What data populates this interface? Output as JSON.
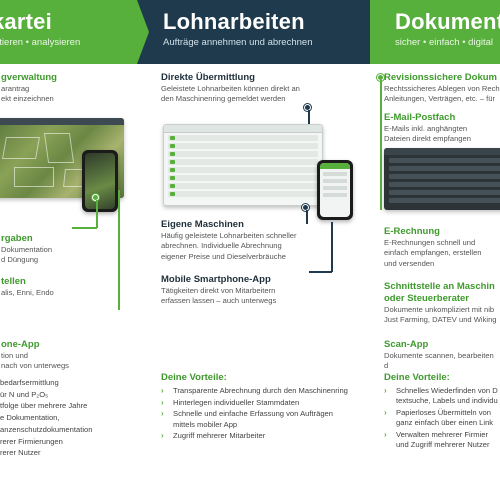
{
  "left": {
    "header": {
      "title": "kartei",
      "subtitle": "ntieren • analysieren"
    },
    "feature1": {
      "title": "gverwaltung",
      "lines": [
        "arantrag",
        "ekt einzeichnen"
      ]
    },
    "feature2": {
      "title": "rgaben",
      "lines": [
        "Dokumentation",
        "d Düngung"
      ]
    },
    "feature3": {
      "title": "tellen",
      "lines": [
        "alis, Enni, Endo"
      ]
    },
    "feature4": {
      "title": "one-App",
      "lines": [
        "tion und",
        "nach von unterwegs"
      ]
    },
    "vorteile": [
      "bedarfsermittlung",
      "ür N und P₂O₅",
      "tfolge über mehrere Jahre",
      "e Dokumentation,",
      "anzenschutzdokumentation",
      "rerer Firmierungen",
      "rerer Nutzer"
    ]
  },
  "middle": {
    "header": {
      "title": "Lohnarbeiten",
      "subtitle": "Aufträge annehmen und abrechnen"
    },
    "feature1": {
      "title": "Direkte Übermittlung",
      "lines": [
        "Geleistete Lohnarbeiten können direkt an",
        "den Maschinenring gemeldet werden"
      ]
    },
    "feature2": {
      "title": "Eigene Maschinen",
      "lines": [
        "Häufig geleistete Lohnarbeiten schneller",
        "abrechnen. Individuelle Abrechnung",
        "eigener Preise und Dieselverbräuche"
      ]
    },
    "feature3": {
      "title": "Mobile Smartphone-App",
      "lines": [
        "Tätigkeiten direkt von Mitarbeitern",
        "erfassen lassen – auch unterwegs"
      ]
    },
    "vorteile_title": "Deine Vorteile:",
    "vorteile": [
      "Transparente Abrechnung durch den Maschinenring",
      "Hinterlegen individueller Stammdaten",
      "Schnelle und einfache Erfassung von Aufträgen mittels mobiler App",
      "Zugriff mehrerer Mitarbeiter"
    ]
  },
  "right": {
    "header": {
      "title": "Dokumente",
      "subtitle": "sicher • einfach • digital"
    },
    "feature1": {
      "title": "Revisionssichere Dokum",
      "lines": [
        "Rechtssicheres Ablegen von Rech",
        "Anleitungen, Verträgen, etc. – für"
      ]
    },
    "feature2": {
      "title": "E-Mail-Postfach",
      "lines": [
        "E-Mails inkl. anghängten",
        "Dateien direkt empfangen"
      ]
    },
    "feature3": {
      "title": "E-Rechnung",
      "lines": [
        "E-Rechnungen schnell und",
        "einfach empfangen, erstellen",
        "und versenden"
      ]
    },
    "feature4": {
      "title_lines": [
        "Schnittstelle an Maschin",
        "oder Steuerberater"
      ],
      "lines": [
        "Dokumente unkompliziert mit nib",
        "Just Farming, DATEV und Wiking"
      ]
    },
    "feature5": {
      "title": "Scan-App",
      "lines": [
        "Dokumente scannen, bearbeiten d"
      ]
    },
    "vorteile_title": "Deine Vorteile:",
    "vorteile": [
      "Schnelles Wiederfinden von D textsuche, Labels und individu",
      "Papierloses Übermitteln von ganz einfach über einen Link",
      "Verwalten mehrerer Firmier und Zugriff mehrerer Nutzer"
    ]
  },
  "colors": {
    "green": "#58b03c",
    "navy": "#1e3a4c"
  },
  "icons": {
    "bullet": "chevron-right-icon"
  }
}
